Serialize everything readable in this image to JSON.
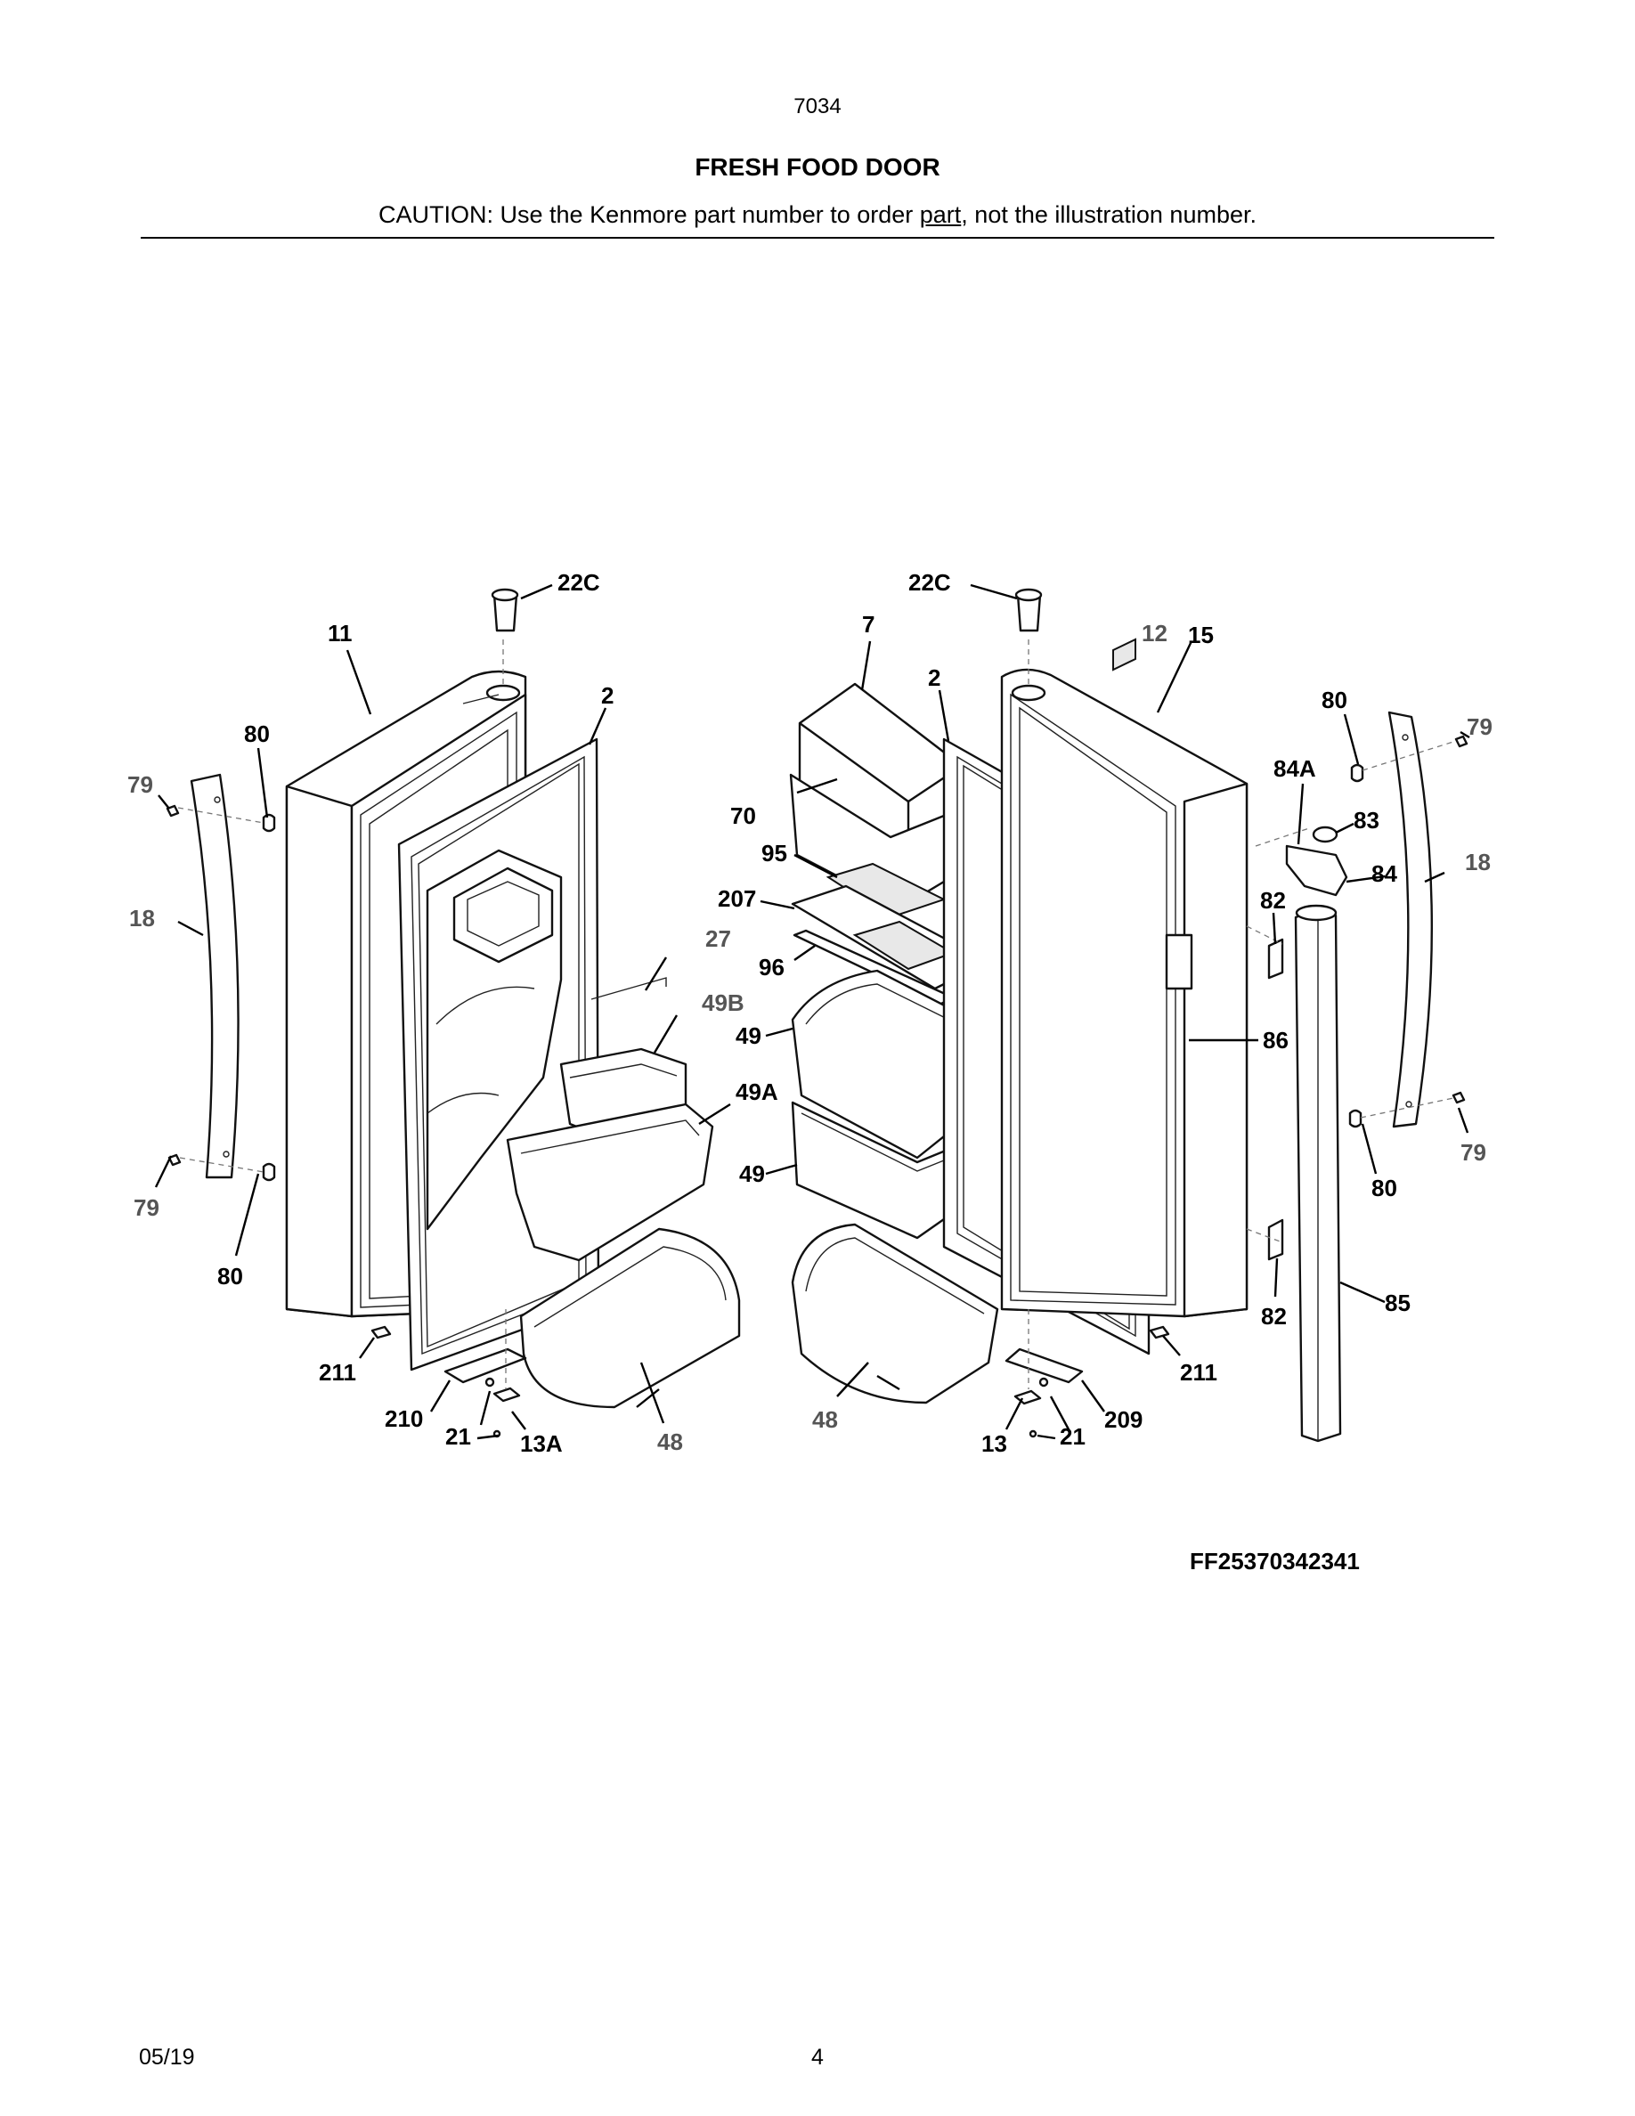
{
  "header": {
    "section_number": "7034",
    "title": "FRESH FOOD DOOR",
    "caution_before": "CAUTION: Use the Kenmore part number to order ",
    "caution_link": "part",
    "caution_after": ", not the illustration number."
  },
  "diagram": {
    "callouts": {
      "c22c_left": "22C",
      "c22c_right": "22C",
      "c11": "11",
      "c2_left": "2",
      "c2_right": "2",
      "c7": "7",
      "c12": "12",
      "c15": "15",
      "c80_tl": "80",
      "c80_tr": "80",
      "c79_tl": "79",
      "c79_tr": "79",
      "c84a": "84A",
      "c83": "83",
      "c84": "84",
      "c18_left": "18",
      "c18_right": "18",
      "c70": "70",
      "c95": "95",
      "c207": "207",
      "c27": "27",
      "c96": "96",
      "c82_top": "82",
      "c49b": "49B",
      "c49_top": "49",
      "c86": "86",
      "c49a": "49A",
      "c49_bottom": "49",
      "c79_bl": "79",
      "c79_br": "79",
      "c80_bl": "80",
      "c80_br": "80",
      "c82_bottom": "82",
      "c85": "85",
      "c211_left": "211",
      "c211_right": "211",
      "c210": "210",
      "c21_left": "21",
      "c13a": "13A",
      "c48_left": "48",
      "c48_right": "48",
      "c13": "13",
      "c21_right": "21",
      "c209": "209"
    },
    "diagram_id": "FF25370342341"
  },
  "footer": {
    "date": "05/19",
    "page": "4"
  }
}
